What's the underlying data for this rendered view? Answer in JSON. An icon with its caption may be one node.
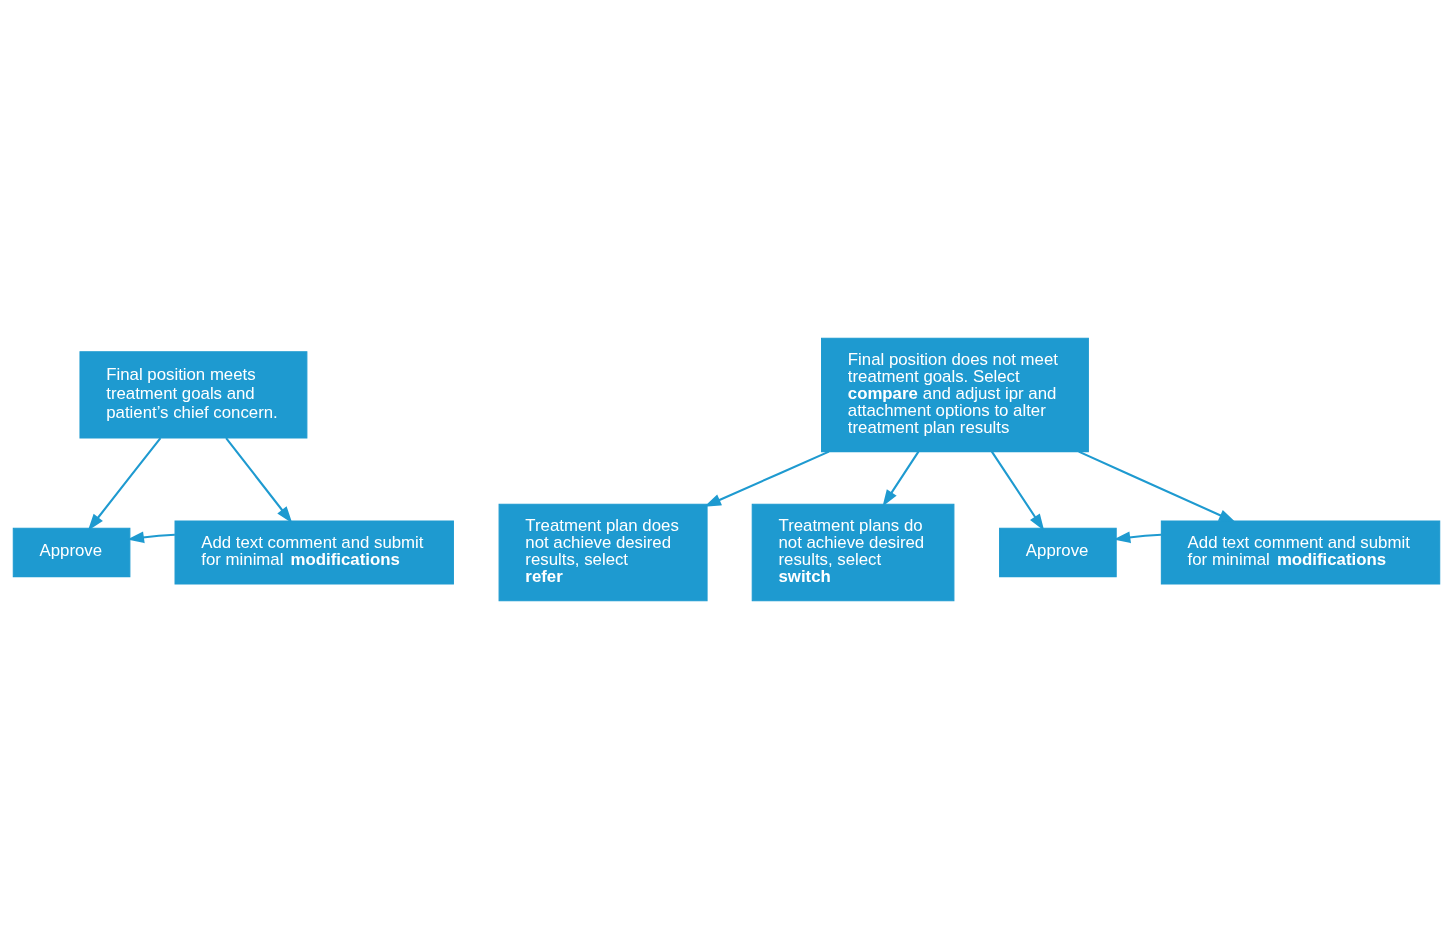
{
  "diagram": {
    "nodes": [
      {
        "text": [
          "Final position meets treatment goals and patient’s chief concern."
        ]
      },
      {
        "text": [
          "Final position does not meet treatment goals. Select **compare** and adjust ipr and attachment options to alter treatment plan results"
        ]
      },
      {
        "text": [
          "Approve"
        ]
      },
      {
        "text": [
          "Add text comment and submit for minimal **modifications**"
        ]
      },
      {
        "text": [
          "Treatment plan does not achieve desired results, select **refer**"
        ]
      },
      {
        "text": [
          "Treatment plans do not achieve desired results, select **switch**"
        ]
      },
      {
        "text": [
          "Approve"
        ]
      },
      {
        "text": [
          "Add text comment and submit for minimal **modifications**"
        ]
      }
    ],
    "edges": [
      {
        "from": 0,
        "to": 2,
        "arrow": "to"
      },
      {
        "from": 0,
        "to": 3,
        "arrow": "to"
      },
      {
        "from": 3,
        "to": 2,
        "arrow": "to"
      },
      {
        "from": 1,
        "to": 6,
        "arrow": "to"
      },
      {
        "from": 1,
        "to": 7,
        "arrow": "to"
      },
      {
        "from": 1,
        "to": 4,
        "arrow": "to"
      },
      {
        "from": 1,
        "to": 5,
        "arrow": "to"
      },
      {
        "from": 7,
        "to": 6,
        "arrow": "to"
      }
    ]
  }
}
